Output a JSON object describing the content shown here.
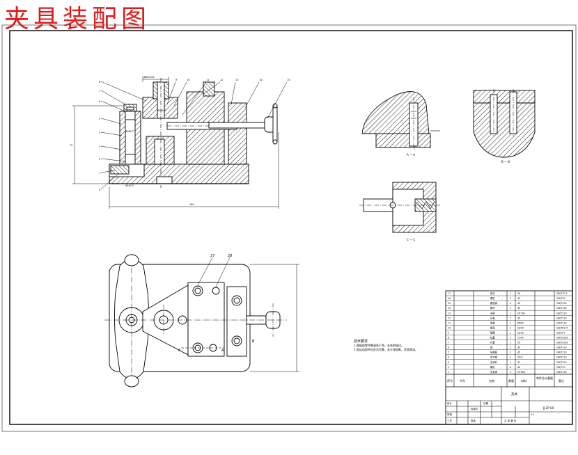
{
  "title": "夹具装配图",
  "section_labels": {
    "a": "A — A",
    "b": "B — B",
    "c": "C — C"
  },
  "view_markers": {
    "a_left": "A",
    "a_right": "A",
    "b": "B"
  },
  "balloons": {
    "b27": "27",
    "b28": "28"
  },
  "notes": {
    "heading": "技术要求",
    "line1": "1.装配前零件需清洗干净，去毛刺锐边。",
    "line2": "2.各运动部件应灵活可靠，无卡滞现象，涂润滑油。"
  },
  "title_block": {
    "header_num": "序号",
    "header_code": "代号",
    "header_name": "名称",
    "header_qty": "数量",
    "header_mat": "材料",
    "header_weight": "单件总计重量",
    "header_note": "备注",
    "drawing_name": "夹具",
    "drawing_code": "JJ-ZP-00",
    "scale": "1:1",
    "label_design": "设计",
    "label_check": "审核",
    "label_craft": "工艺",
    "label_std": "标准化",
    "label_approve": "批准",
    "label_date": "日期",
    "sheet": "共 张 第 张"
  },
  "bom": [
    {
      "no": "17",
      "name": "把手",
      "qty": "1",
      "mat": "45",
      "std": "GB/T70.1"
    },
    {
      "no": "16",
      "name": "螺钉",
      "qty": "2",
      "mat": "45",
      "std": "GB/T70"
    },
    {
      "no": "15",
      "name": "圆柱销",
      "qty": "2",
      "mat": "45",
      "std": "GB/T119"
    },
    {
      "no": "14",
      "name": "螺杆",
      "qty": "1",
      "mat": "45",
      "std": "GB/T119"
    },
    {
      "no": "13",
      "name": "支座",
      "qty": "1",
      "mat": "HT200",
      "std": "GB/T119"
    },
    {
      "no": "12",
      "name": "压板",
      "qty": "1",
      "mat": "45",
      "std": "GB/T119"
    },
    {
      "no": "11",
      "name": "弹簧",
      "qty": "1",
      "mat": "65Mn",
      "std": "GB/T119"
    },
    {
      "no": "10",
      "name": "螺母",
      "qty": "1",
      "mat": "Q235",
      "std": "GB/T6170"
    },
    {
      "no": "9",
      "name": "垫圈",
      "qty": "1",
      "mat": "Q235",
      "std": "GB/T97"
    },
    {
      "no": "8",
      "name": "钻套",
      "qty": "1",
      "mat": "T10A",
      "std": "GB/T2263"
    },
    {
      "no": "7",
      "name": "衬套",
      "qty": "1",
      "mat": "20",
      "std": "GB/T2263"
    },
    {
      "no": "6",
      "name": "销",
      "qty": "1",
      "mat": "45",
      "std": "GB/T119"
    },
    {
      "no": "5",
      "name": "钻模板",
      "qty": "1",
      "mat": "45",
      "std": "GB/T119"
    },
    {
      "no": "4",
      "name": "定位销",
      "qty": "1",
      "mat": "20Cr",
      "std": "GB/T119"
    },
    {
      "no": "3",
      "name": "支承钉",
      "qty": "1",
      "mat": "45",
      "std": "GB/T119"
    },
    {
      "no": "2",
      "name": "螺钉",
      "qty": "4",
      "mat": "45",
      "std": "GB/T70"
    },
    {
      "no": "1",
      "name": "夹具体",
      "qty": "1",
      "mat": "HT200",
      "std": "GB/T119"
    }
  ]
}
